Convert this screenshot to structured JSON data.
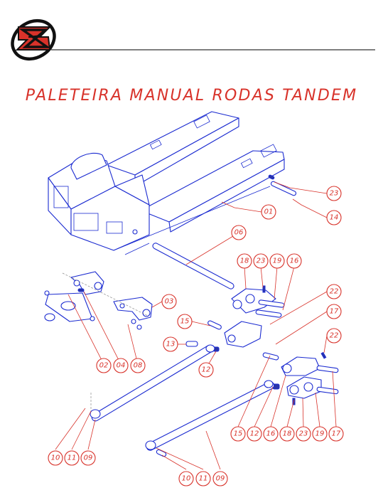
{
  "header": {
    "logo_text": "Z",
    "logo_colors": {
      "red": "#d8322a",
      "black": "#111111"
    }
  },
  "title": "PALETEIRA MANUAL RODAS TANDEM",
  "colors": {
    "callout": "#d8322a",
    "drawing": "#1a2ad0",
    "rule": "#333333"
  },
  "callouts": [
    {
      "id": "c23a",
      "label": "23"
    },
    {
      "id": "c14",
      "label": "14"
    },
    {
      "id": "c01",
      "label": "01"
    },
    {
      "id": "c06",
      "label": "06"
    },
    {
      "id": "c18a",
      "label": "18"
    },
    {
      "id": "c23b",
      "label": "23"
    },
    {
      "id": "c19a",
      "label": "19"
    },
    {
      "id": "c16a",
      "label": "16"
    },
    {
      "id": "c03",
      "label": "03"
    },
    {
      "id": "c22a",
      "label": "22"
    },
    {
      "id": "c15a",
      "label": "15"
    },
    {
      "id": "c17a",
      "label": "17"
    },
    {
      "id": "c13",
      "label": "13"
    },
    {
      "id": "c12a",
      "label": "12"
    },
    {
      "id": "c22b",
      "label": "22"
    },
    {
      "id": "c02",
      "label": "02"
    },
    {
      "id": "c04",
      "label": "04"
    },
    {
      "id": "c08",
      "label": "08"
    },
    {
      "id": "c15b",
      "label": "15"
    },
    {
      "id": "c12b",
      "label": "12"
    },
    {
      "id": "c16b",
      "label": "16"
    },
    {
      "id": "c18b",
      "label": "18"
    },
    {
      "id": "c23c",
      "label": "23"
    },
    {
      "id": "c19b",
      "label": "19"
    },
    {
      "id": "c17b",
      "label": "17"
    },
    {
      "id": "c10a",
      "label": "10"
    },
    {
      "id": "c11a",
      "label": "11"
    },
    {
      "id": "c09a",
      "label": "09"
    },
    {
      "id": "c10b",
      "label": "10"
    },
    {
      "id": "c11b",
      "label": "11"
    },
    {
      "id": "c09b",
      "label": "09"
    }
  ]
}
